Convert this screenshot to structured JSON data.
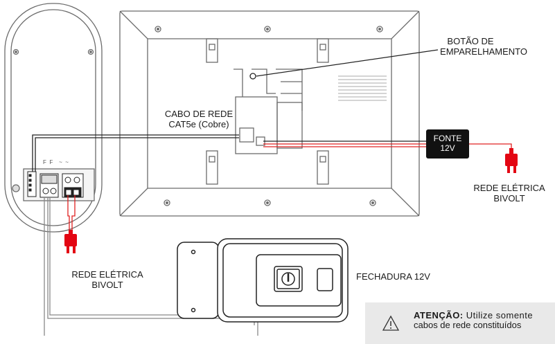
{
  "labels": {
    "pairing_button": [
      "BOTÃO DE",
      "EMPARELHAMENTO"
    ],
    "network_cable": [
      "CABO DE REDE",
      "CAT5e (Cobre)"
    ],
    "power_supply": [
      "FONTE",
      "12V"
    ],
    "mains_right": [
      "REDE ELÉTRICA",
      "BIVOLT"
    ],
    "mains_left": [
      "REDE ELÉTRICA",
      "BIVOLT"
    ],
    "lock": "FECHADURA 12V",
    "terminal_marks": "F  F    ~  ~"
  },
  "warning": {
    "title": "ATENÇÃO:",
    "line1_rest": " Utilize somente",
    "line2": "cabos de rede constituídos"
  },
  "colors": {
    "outline": "#6b6b6b",
    "wire_red": "#e02020",
    "wire_dark": "#222222",
    "plug_red": "#e30613",
    "note_bg": "#e9e9e9"
  }
}
